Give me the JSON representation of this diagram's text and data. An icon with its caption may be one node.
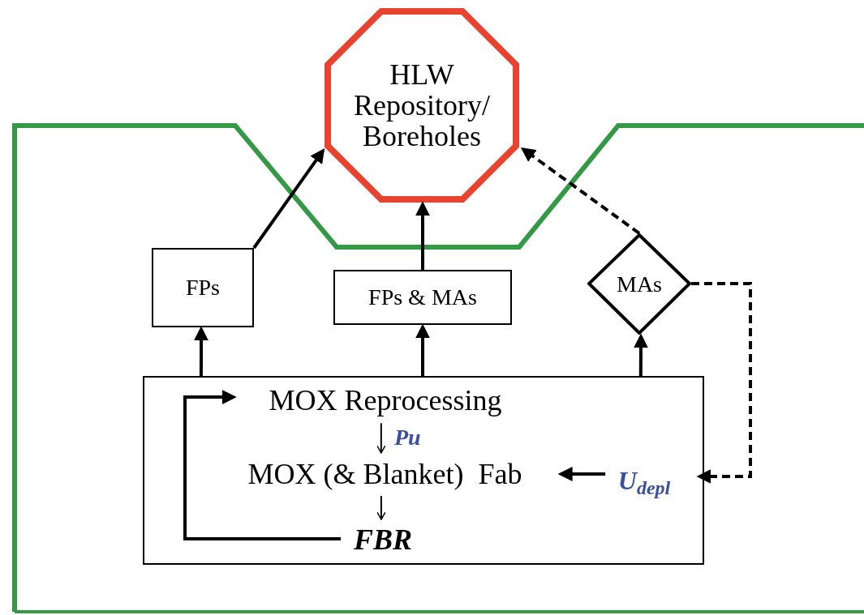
{
  "diagram": {
    "nodes": [
      {
        "text": [
          "HLW Repository/ Boreholes"
        ]
      },
      {
        "text": [
          "FPs"
        ]
      },
      {
        "text": [
          "FPs & MAs"
        ]
      },
      {
        "text": [
          "MAs"
        ]
      },
      {
        "text": [],
        "shape": "box"
      },
      {
        "text": [
          "MOX Reprocessing"
        ],
        "in": 4
      },
      {
        "text": [
          "MOX (& Blanket)  Fab"
        ],
        "in": 4
      },
      {
        "text": [
          "FBR"
        ],
        "in": 4
      },
      {
        "text": [
          "U$_{depl}$"
        ],
        "in": 4
      }
    ],
    "edges": [
      {
        "from": 1,
        "to": 0,
        "arrow": "to"
      },
      {
        "from": 2,
        "to": 0,
        "arrow": "to"
      },
      {
        "from": 3,
        "to": 0,
        "arrow": "to",
        "style": "dashed"
      },
      {
        "from": 4,
        "to": 1,
        "arrow": "to"
      },
      {
        "from": 4,
        "to": 2,
        "arrow": "to"
      },
      {
        "from": 4,
        "to": 3,
        "arrow": "to"
      },
      {
        "from": 3,
        "to": 8,
        "arrow": "to",
        "style": "dashed"
      },
      {
        "from": 5,
        "to": 6,
        "arrow": "to",
        "label": "Pu"
      },
      {
        "from": 6,
        "to": 7,
        "arrow": "to"
      },
      {
        "from": 7,
        "to": 5,
        "arrow": "to"
      },
      {
        "from": 8,
        "to": 6,
        "arrow": "to"
      }
    ]
  }
}
